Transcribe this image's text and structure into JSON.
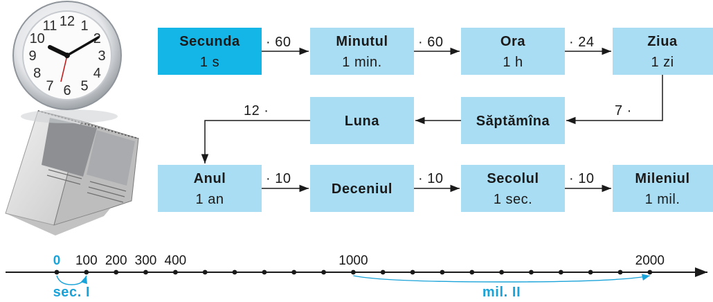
{
  "units": [
    {
      "name": "Secunda",
      "abbr": "1 s",
      "highlight": true
    },
    {
      "name": "Minutul",
      "abbr": "1 min."
    },
    {
      "name": "Ora",
      "abbr": "1 h"
    },
    {
      "name": "Ziua",
      "abbr": "1 zi"
    },
    {
      "name": "Săptămîna",
      "abbr": ""
    },
    {
      "name": "Luna",
      "abbr": ""
    },
    {
      "name": "Anul",
      "abbr": "1 an"
    },
    {
      "name": "Deceniul",
      "abbr": ""
    },
    {
      "name": "Secolul",
      "abbr": "1 sec."
    },
    {
      "name": "Mileniul",
      "abbr": "1 mil."
    }
  ],
  "multipliers": {
    "sec_min": "· 60",
    "min_h": "· 60",
    "h_day": "· 24",
    "day_week": "7 ·",
    "month_year": "12 ·",
    "year_decade": "· 10",
    "decade_century": "· 10",
    "century_millennium": "· 10"
  },
  "timeline": {
    "labels": [
      {
        "text": "0",
        "value": 0,
        "accent": true
      },
      {
        "text": "100",
        "value": 100
      },
      {
        "text": "200",
        "value": 200
      },
      {
        "text": "300",
        "value": 300
      },
      {
        "text": "400",
        "value": 400
      },
      {
        "text": "1000",
        "value": 1000
      },
      {
        "text": "2000",
        "value": 2000
      }
    ],
    "tick_step": 100,
    "max": 2000,
    "spans": [
      {
        "label": "sec. I",
        "from": 0,
        "to": 100
      },
      {
        "label": "mil. II",
        "from": 1000,
        "to": 2000
      }
    ]
  },
  "colors": {
    "box": "#a9ddf3",
    "box_highlight": "#14b6e8",
    "accent": "#1aa3d9",
    "line": "#1a1a1a"
  },
  "illustration": {
    "clock": {
      "numerals": [
        "12",
        "1",
        "2",
        "3",
        "4",
        "5",
        "6",
        "7",
        "8",
        "9",
        "10",
        "11"
      ]
    }
  }
}
